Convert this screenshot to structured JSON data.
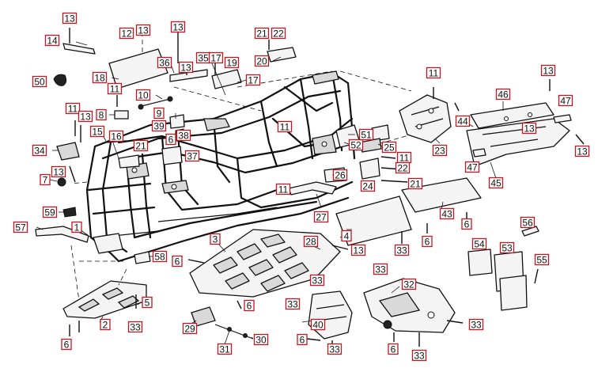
{
  "parts": [
    {
      "num": "13"
    },
    {
      "num": "14"
    },
    {
      "num": "12"
    },
    {
      "num": "13"
    },
    {
      "num": "13"
    },
    {
      "num": "21"
    },
    {
      "num": "22"
    },
    {
      "num": "20"
    },
    {
      "num": "18"
    },
    {
      "num": "36"
    },
    {
      "num": "13"
    },
    {
      "num": "35"
    },
    {
      "num": "17"
    },
    {
      "num": "19"
    },
    {
      "num": "17"
    },
    {
      "num": "50"
    },
    {
      "num": "11"
    },
    {
      "num": "10"
    },
    {
      "num": "11"
    },
    {
      "num": "13"
    },
    {
      "num": "8"
    },
    {
      "num": "9"
    },
    {
      "num": "39"
    },
    {
      "num": "15"
    },
    {
      "num": "6"
    },
    {
      "num": "38"
    },
    {
      "num": "16"
    },
    {
      "num": "34"
    },
    {
      "num": "21"
    },
    {
      "num": "37"
    },
    {
      "num": "7"
    },
    {
      "num": "13"
    },
    {
      "num": "11"
    },
    {
      "num": "11"
    },
    {
      "num": "59"
    },
    {
      "num": "57"
    },
    {
      "num": "1"
    },
    {
      "num": "52"
    },
    {
      "num": "51"
    },
    {
      "num": "25"
    },
    {
      "num": "11"
    },
    {
      "num": "22"
    },
    {
      "num": "26"
    },
    {
      "num": "24"
    },
    {
      "num": "21"
    },
    {
      "num": "27"
    },
    {
      "num": "11"
    },
    {
      "num": "23"
    },
    {
      "num": "13"
    },
    {
      "num": "46"
    },
    {
      "num": "47"
    },
    {
      "num": "44"
    },
    {
      "num": "13"
    },
    {
      "num": "13"
    },
    {
      "num": "47"
    },
    {
      "num": "45"
    },
    {
      "num": "43"
    },
    {
      "num": "4"
    },
    {
      "num": "6"
    },
    {
      "num": "6"
    },
    {
      "num": "33"
    },
    {
      "num": "56"
    },
    {
      "num": "54"
    },
    {
      "num": "53"
    },
    {
      "num": "55"
    },
    {
      "num": "3"
    },
    {
      "num": "28"
    },
    {
      "num": "13"
    },
    {
      "num": "58"
    },
    {
      "num": "6"
    },
    {
      "num": "33"
    },
    {
      "num": "33"
    },
    {
      "num": "32"
    },
    {
      "num": "6"
    },
    {
      "num": "5"
    },
    {
      "num": "2"
    },
    {
      "num": "33"
    },
    {
      "num": "6"
    },
    {
      "num": "33"
    },
    {
      "num": "29"
    },
    {
      "num": "40"
    },
    {
      "num": "31"
    },
    {
      "num": "30"
    },
    {
      "num": "6"
    },
    {
      "num": "33"
    },
    {
      "num": "33"
    },
    {
      "num": "6"
    },
    {
      "num": "33"
    }
  ]
}
